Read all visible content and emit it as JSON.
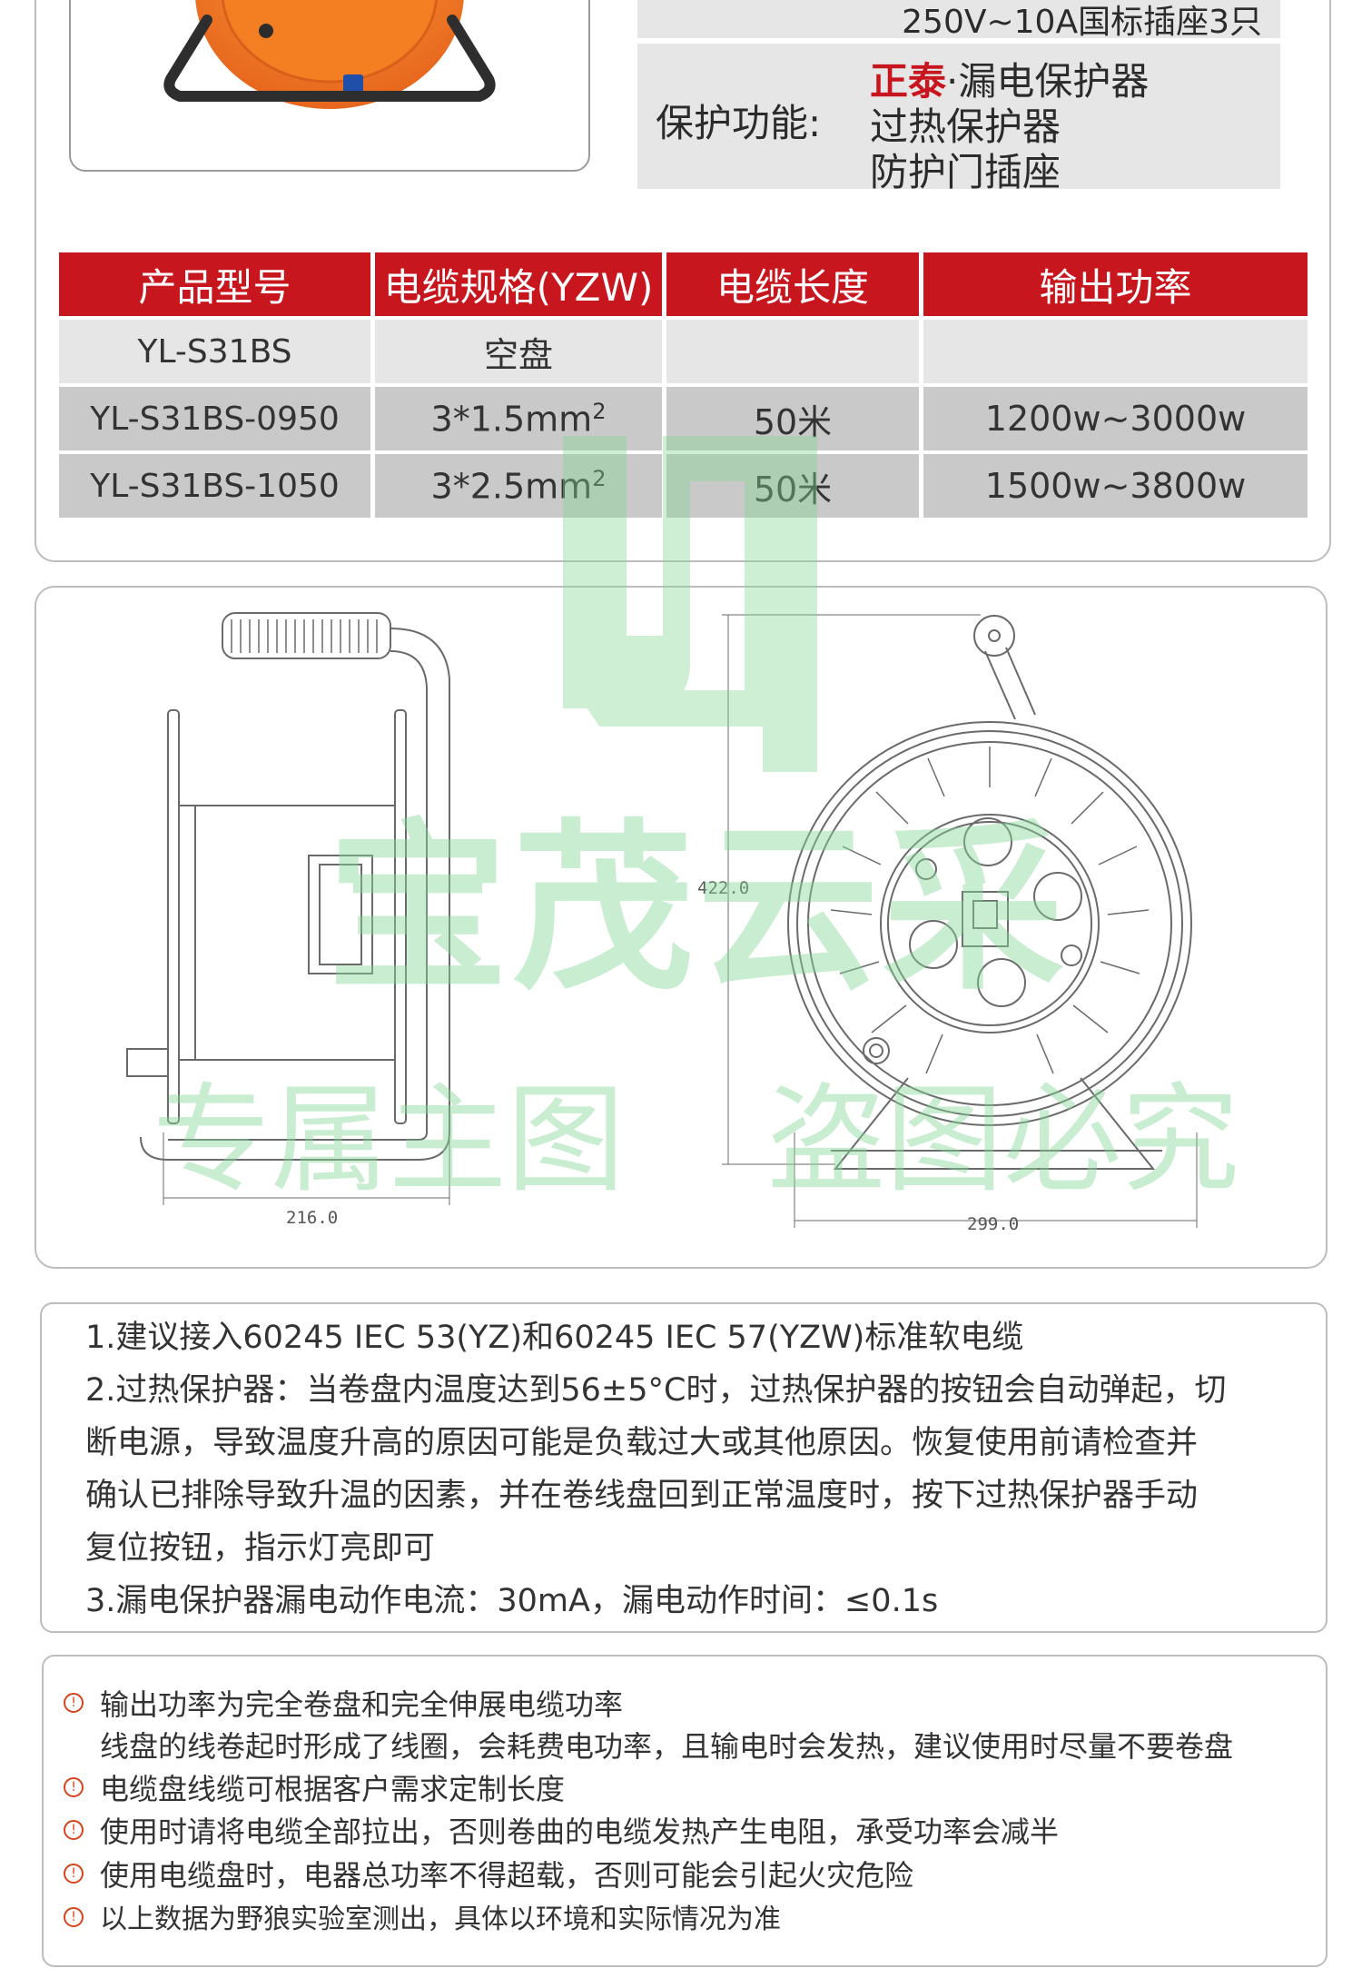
{
  "spec": {
    "sockets_text": "250V~10A国标插座3只",
    "protection_label": "保护功能:",
    "protection_brand": "正泰",
    "protection_items": [
      "·漏电保护器",
      "过热保护器",
      "防护门插座"
    ]
  },
  "table": {
    "headers": [
      "产品型号",
      "电缆规格(YZW)",
      "电缆长度",
      "输出功率"
    ],
    "rows": [
      {
        "model": "YL-S31BS",
        "spec": "空盘",
        "spec_sup": "",
        "length": "",
        "power": ""
      },
      {
        "model": "YL-S31BS-0950",
        "spec": "3*1.5mm",
        "spec_sup": "2",
        "length": "50米",
        "power": "1200w~3000w"
      },
      {
        "model": "YL-S31BS-1050",
        "spec": "3*2.5mm",
        "spec_sup": "2",
        "length": "50米",
        "power": "1500w~3800w"
      }
    ]
  },
  "drawing": {
    "width_side": "216.0",
    "height": "422.0",
    "width_front": "299.0"
  },
  "notes": [
    "1.建议接入60245 IEC 53(YZ)和60245 IEC 57(YZW)标准软电缆",
    "2.过热保护器：当卷盘内温度达到56±5°C时，过热保护器的按钮会自动弹起，切",
    "断电源，导致温度升高的原因可能是负载过大或其他原因。恢复使用前请检查并",
    "确认已排除导致升温的因素，并在卷线盘回到正常温度时，按下过热保护器手动",
    "复位按钮，指示灯亮即可",
    "3.漏电保护器漏电动作电流：30mA，漏电动作时间：≤0.1s"
  ],
  "warnings": [
    {
      "text": "输出功率为完全卷盘和完全伸展电缆功率",
      "icon": true
    },
    {
      "text": "线盘的线卷起时形成了线圈，会耗费电功率，且输电时会发热，建议使用时尽量不要卷盘",
      "icon": false
    },
    {
      "text": "电缆盘线缆可根据客户需求定制长度",
      "icon": true
    },
    {
      "text": "使用时请将电缆全部拉出，否则卷曲的电缆发热产生电阻，承受功率会减半",
      "icon": true
    },
    {
      "text": "使用电缆盘时，电器总功率不得超载，否则可能会引起火灾危险",
      "icon": true
    },
    {
      "text": "以上数据为野狼实验室测出，具体以环境和实际情况为准",
      "icon": true
    }
  ],
  "watermark": {
    "brand_text": "宝茂云采",
    "line_left": "专属主图",
    "line_right": "盗图必究"
  },
  "colors": {
    "brand_red": "#c8161e",
    "warning_orange": "#d8431c",
    "reel_orange": "#f07a1e",
    "watermark_green": "#86d696"
  }
}
